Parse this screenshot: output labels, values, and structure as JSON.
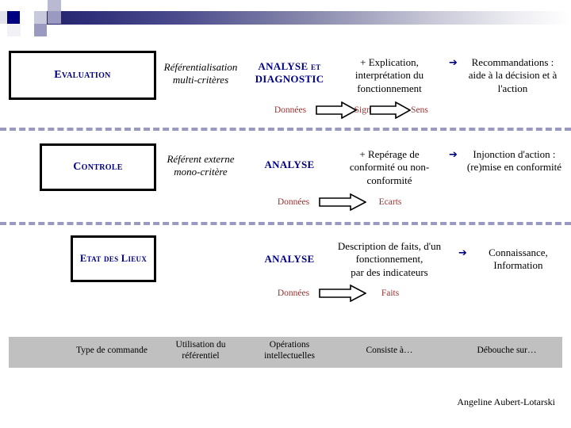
{
  "banner": {
    "name": "decorative-header-ribbon"
  },
  "rows": [
    {
      "box_label": "Evaluation",
      "referentiel": "Référentialisation\nmulti-critères",
      "operation": "ANALYSE et\nDIAGNOSTIC",
      "consiste": "+ Explication,\ninterprétation du\nfonctionnement",
      "debouche": "Recommandations :\naide à la décision et à\nl'action",
      "debouche_arrow": "➔",
      "flow": [
        "Données",
        "Signes",
        "Sens"
      ]
    },
    {
      "box_label": "Controle",
      "referentiel": "Référent externe\nmono-critère",
      "operation": "ANALYSE",
      "consiste": "+ Repérage de\nconformité ou non-\nconformité",
      "debouche": "Injonction d'action :\n(re)mise en conformité",
      "debouche_arrow": "➔",
      "flow": [
        "Données",
        "Ecarts"
      ]
    },
    {
      "box_label": "Etat des Lieux",
      "referentiel": "",
      "operation": "ANALYSE",
      "consiste": "Description de faits, d'un\nfonctionnement,\npar des indicateurs",
      "debouche": "Connaissance,\nInformation",
      "debouche_arrow": "➔",
      "flow": [
        "Données",
        "Faits"
      ]
    }
  ],
  "footer": {
    "columns": [
      "Type de commande",
      "Utilisation du\nréférentiel",
      "Opérations\nintellectuelles",
      "Consiste à…",
      "Débouche sur…"
    ]
  },
  "signature": "Angeline Aubert-Lotarski",
  "colors": {
    "navy": "#000080",
    "red_label": "#993333",
    "dash": "#9a9ac0",
    "footer_gray": "#c0c0c0",
    "box_border": "#000000"
  }
}
